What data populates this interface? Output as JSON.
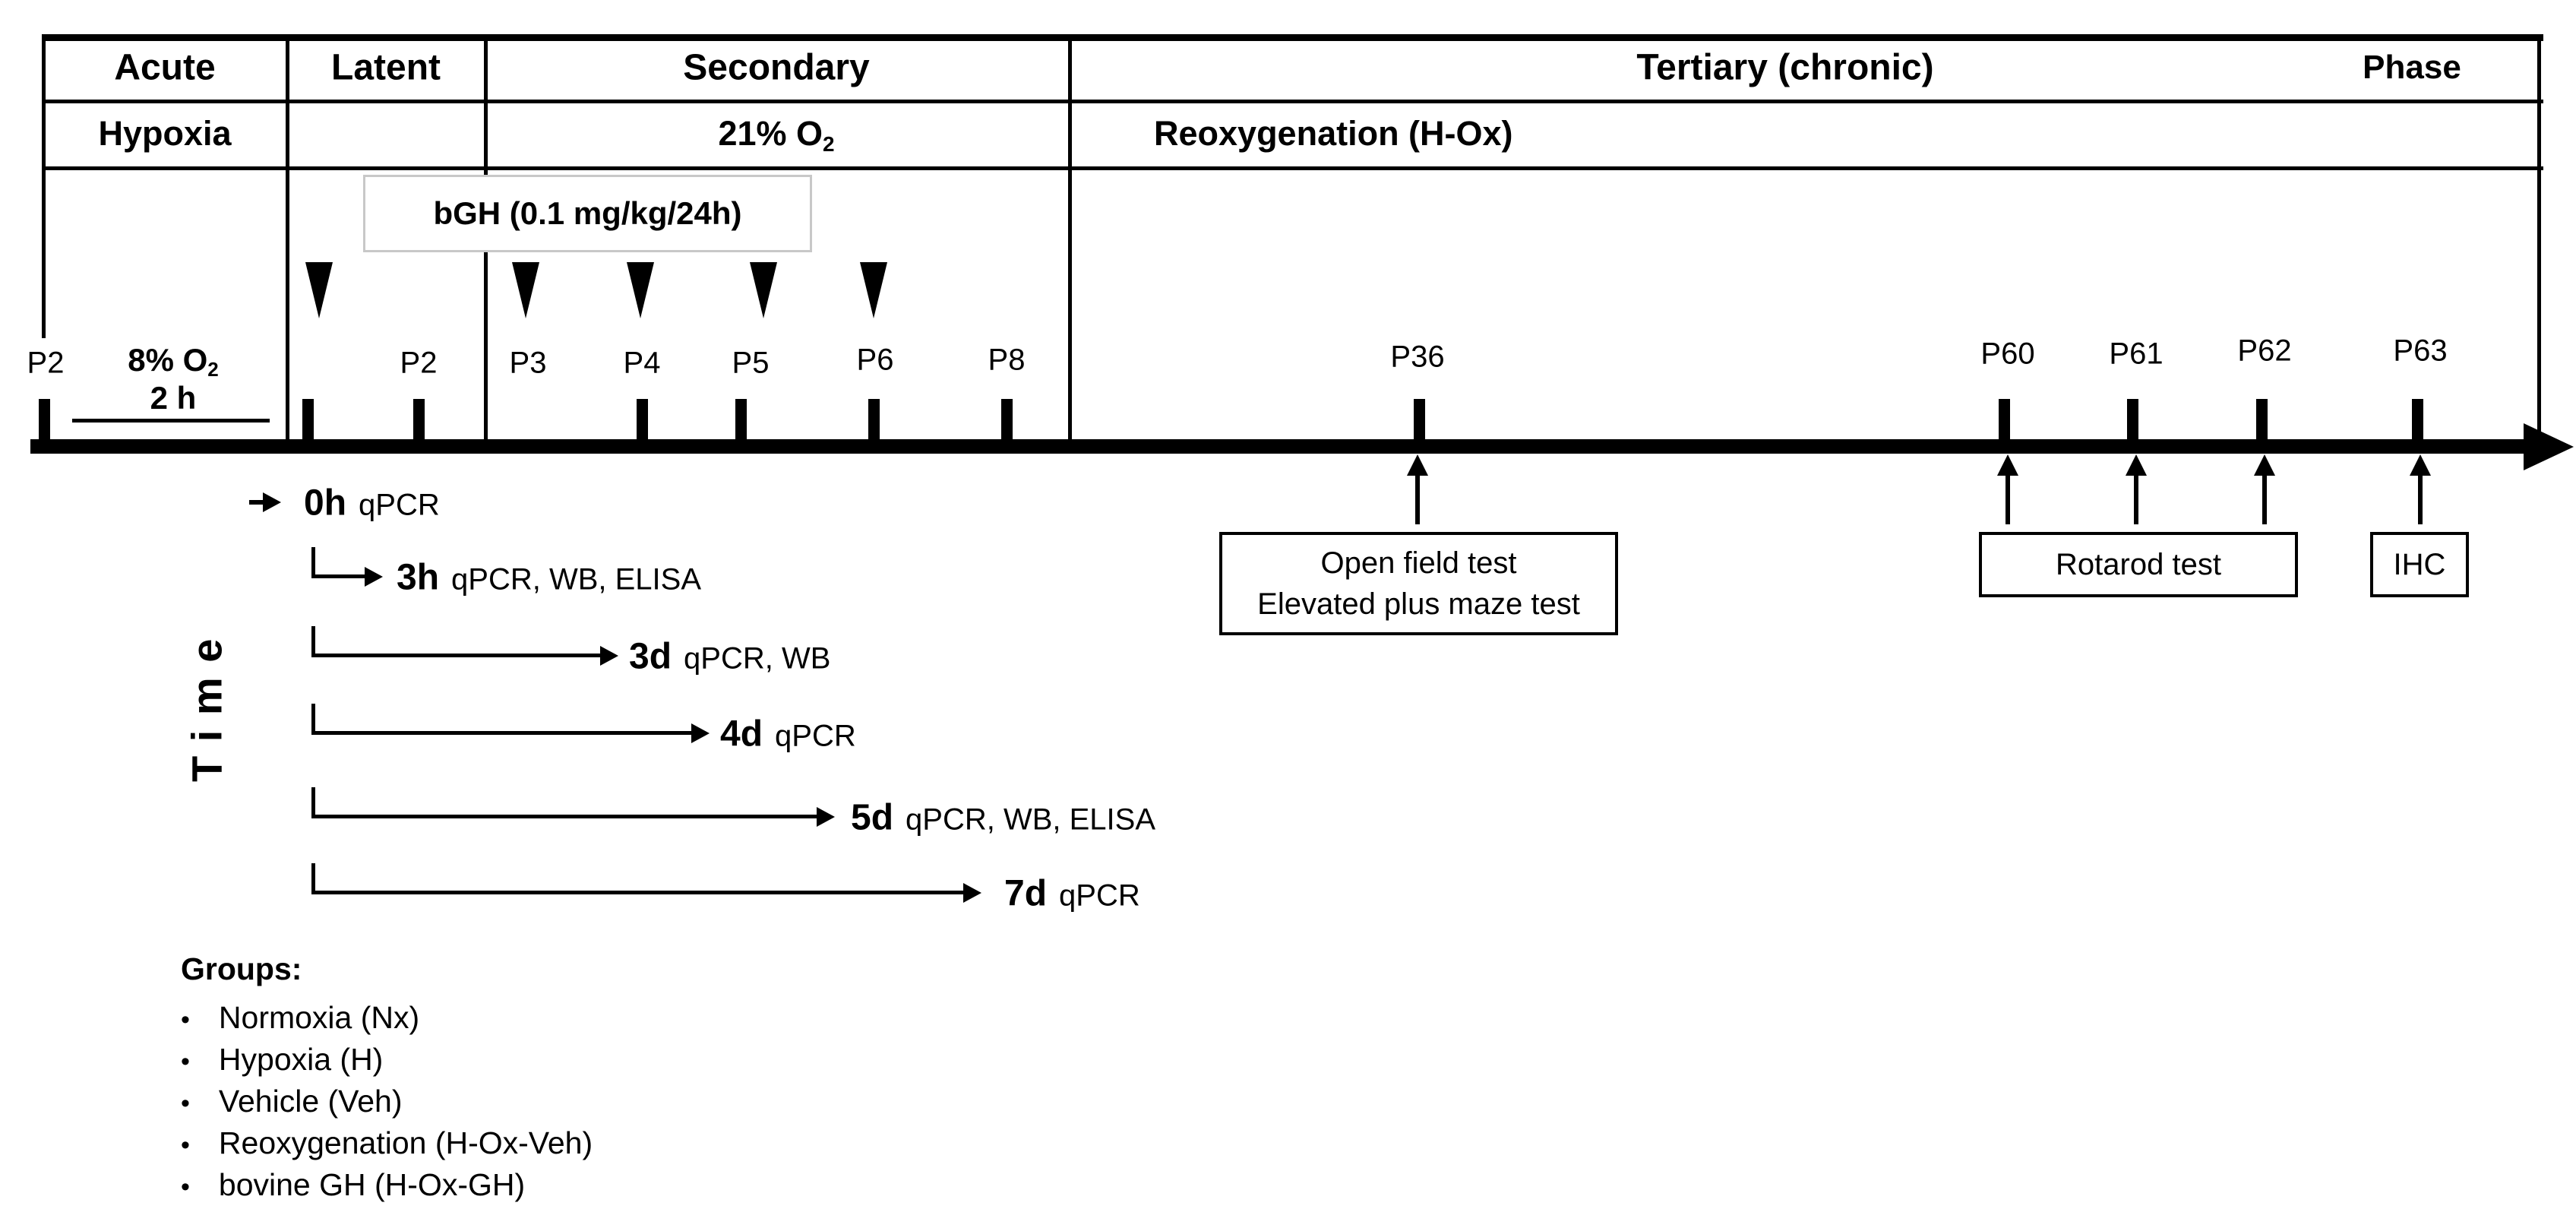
{
  "table": {
    "headers": [
      "Acute",
      "Latent",
      "Secondary",
      "Tertiary (chronic)"
    ],
    "phase_label": "Phase",
    "row2": {
      "acute": "Hypoxia",
      "o2_base": "21% O",
      "o2_sub": "2",
      "tertiary": "Reoxygenation (H-Ox)"
    }
  },
  "bgh": {
    "label": "bGH (0.1 mg/kg/24h)"
  },
  "timeline": {
    "start_label": "P2",
    "hypoxia": {
      "o2_base": "8% O",
      "o2_sub": "2",
      "duration": "2 h"
    },
    "p_labels": [
      "P2",
      "P3",
      "P4",
      "P5",
      "P6",
      "P8",
      "P36",
      "P60",
      "P61",
      "P62",
      "P63"
    ]
  },
  "tests": {
    "open_field": {
      "line1": "Open field test",
      "line2": "Elevated plus maze test"
    },
    "rotarod": "Rotarod test",
    "ihc": "IHC"
  },
  "timepoints": [
    {
      "time": "0h",
      "assays": "qPCR"
    },
    {
      "time": "3h",
      "assays": "qPCR, WB, ELISA"
    },
    {
      "time": "3d",
      "assays": "qPCR, WB"
    },
    {
      "time": "4d",
      "assays": "qPCR"
    },
    {
      "time": "5d",
      "assays": "qPCR, WB, ELISA"
    },
    {
      "time": "7d",
      "assays": "qPCR"
    }
  ],
  "time_axis_label": "Time",
  "groups": {
    "heading": "Groups:",
    "items": [
      "Normoxia (Nx)",
      "Hypoxia (H)",
      "Vehicle (Veh)",
      "Reoxygenation (H-Ox-Veh)",
      "bovine GH (H-Ox-GH)"
    ]
  },
  "colors": {
    "ink": "#000000",
    "bgh_border": "#c8c8c8"
  }
}
